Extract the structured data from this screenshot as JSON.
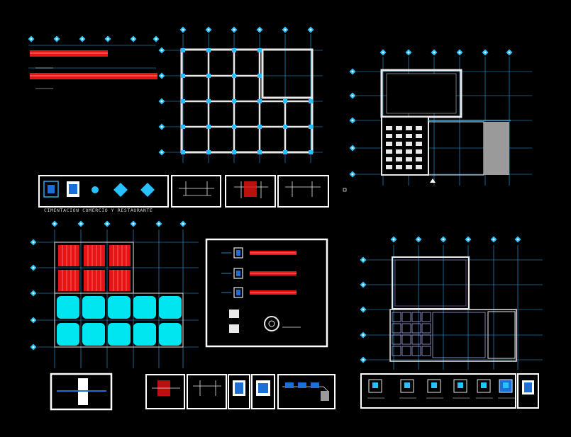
{
  "drawing": {
    "title_text": "CIMENTACION COMERCIO Y RESTAURANTE"
  },
  "colors": {
    "background": "#000000",
    "axis": "#2fa9e8",
    "marker": "#27c1ff",
    "wall": "#e8e8e8",
    "footing_fill": "#00e6f0",
    "slab_red": "#e81414",
    "sheet_border": "#ffffff",
    "sheet_fill": "#000000",
    "hatch_gray": "#9a9a9a",
    "title_text": "#cfcfcf"
  },
  "views": [
    {
      "id": "foundation-plan",
      "view": "cimentacion"
    },
    {
      "id": "architectural-plan",
      "view": "planta-arquitectonica"
    },
    {
      "id": "slab-plan",
      "view": "losa"
    },
    {
      "id": "construction-details",
      "view": "detalles"
    },
    {
      "id": "roof-plan",
      "view": "planta-techos"
    }
  ]
}
